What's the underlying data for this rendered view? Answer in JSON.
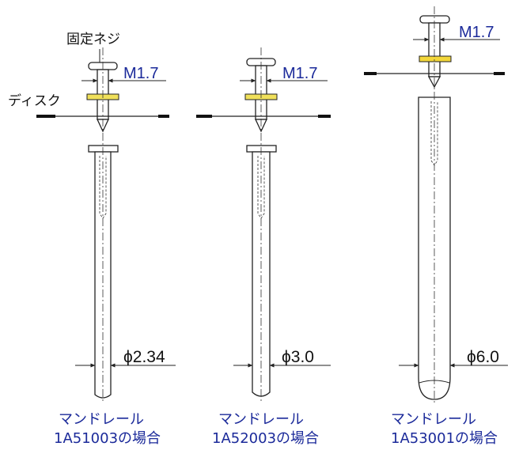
{
  "labels": {
    "screw": "固定ネジ",
    "disk": "ディスク"
  },
  "mandrels": [
    {
      "thread": "M1.7",
      "diameter": "ϕ2.34",
      "caption_line1": "マンドレール",
      "caption_line2": "1A51003の場合",
      "disk_color": "#8c1a0f"
    },
    {
      "thread": "M1.7",
      "diameter": "ϕ3.0",
      "caption_line1": "マンドレール",
      "caption_line2": "1A52003の場合",
      "disk_color": "#f0e05a"
    },
    {
      "thread": "M1.7",
      "diameter": "ϕ6.0",
      "caption_line1": "マンドレール",
      "caption_line2": "1A53001の場合",
      "disk_color": "#f3d73a"
    }
  ],
  "colors": {
    "label_blue": "#1b2a9a",
    "line": "#222222"
  }
}
